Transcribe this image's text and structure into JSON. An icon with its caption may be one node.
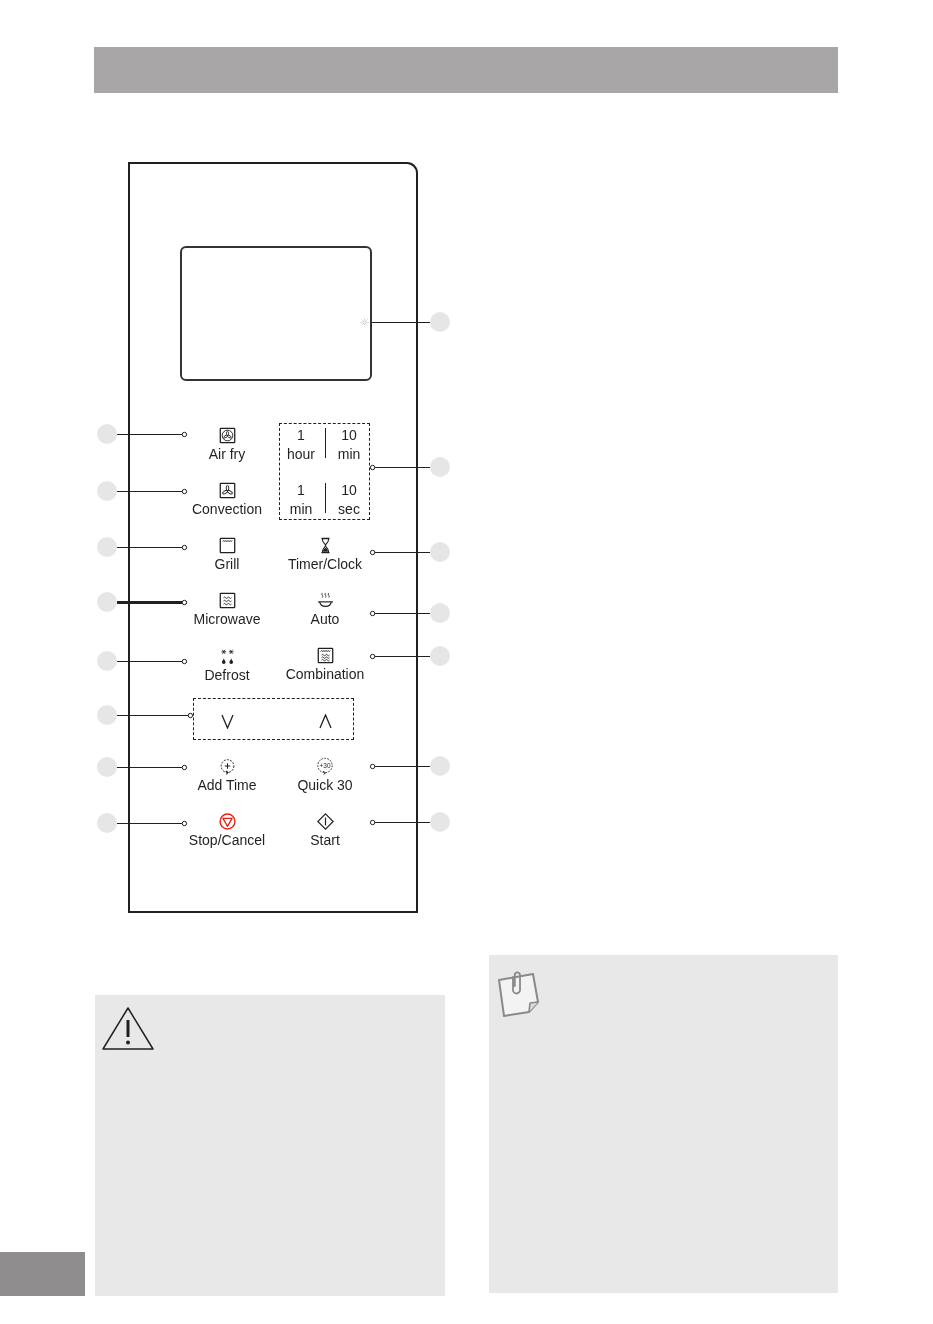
{
  "diagram": {
    "nodes": [
      {
        "text": [],
        "shape": "box"
      },
      {
        "text": [],
        "shape": "box",
        "in": 0
      },
      {
        "text": [
          "Air fry"
        ],
        "in": 0
      },
      {
        "text": [
          "1 hour",
          "10 min",
          "1 min",
          "10 sec"
        ],
        "in": 0
      },
      {
        "text": [
          "Convection"
        ],
        "in": 0
      },
      {
        "text": [
          "Grill"
        ],
        "in": 0
      },
      {
        "text": [
          "Timer/Clock"
        ],
        "in": 0
      },
      {
        "text": [
          "Microwave"
        ],
        "in": 0
      },
      {
        "text": [
          "Auto"
        ],
        "in": 0
      },
      {
        "text": [
          "Defrost"
        ],
        "in": 0
      },
      {
        "text": [
          "Combination"
        ],
        "in": 0
      },
      {
        "text": [],
        "shape": "box",
        "in": 0
      },
      {
        "text": [
          "Add Time"
        ],
        "in": 0
      },
      {
        "text": [
          "+30",
          "Quick 30"
        ],
        "in": 0
      },
      {
        "text": [
          "Stop/Cancel"
        ],
        "in": 0
      },
      {
        "text": [
          "Start"
        ],
        "in": 0
      },
      {
        "text": [],
        "shape": "circle"
      },
      {
        "text": [],
        "shape": "circle"
      },
      {
        "text": [],
        "shape": "circle"
      },
      {
        "text": [],
        "shape": "circle"
      },
      {
        "text": [],
        "shape": "circle"
      },
      {
        "text": [],
        "shape": "circle"
      },
      {
        "text": [],
        "shape": "circle"
      },
      {
        "text": [],
        "shape": "circle"
      },
      {
        "text": [],
        "shape": "circle"
      },
      {
        "text": [],
        "shape": "circle"
      },
      {
        "text": [],
        "shape": "circle"
      },
      {
        "text": [],
        "shape": "circle"
      },
      {
        "text": [],
        "shape": "circle"
      },
      {
        "text": [],
        "shape": "circle"
      },
      {
        "text": [],
        "shape": "circle"
      }
    ],
    "edges": [
      {
        "from": 16,
        "to": 2,
        "arrow": "other"
      },
      {
        "from": 17,
        "to": 4,
        "arrow": "other"
      },
      {
        "from": 18,
        "to": 5,
        "arrow": "other"
      },
      {
        "from": 19,
        "to": 7,
        "arrow": "other",
        "style": "thick"
      },
      {
        "from": 20,
        "to": 9,
        "arrow": "other"
      },
      {
        "from": 21,
        "to": 11,
        "arrow": "other"
      },
      {
        "from": 22,
        "to": 12,
        "arrow": "other"
      },
      {
        "from": 23,
        "to": 14,
        "arrow": "other"
      },
      {
        "from": 24,
        "to": 1,
        "arrow": "none"
      },
      {
        "from": 25,
        "to": 3,
        "arrow": "other"
      },
      {
        "from": 26,
        "to": 6,
        "arrow": "other"
      },
      {
        "from": 27,
        "to": 8,
        "arrow": "other"
      },
      {
        "from": 28,
        "to": 10,
        "arrow": "other"
      },
      {
        "from": 29,
        "to": 13,
        "arrow": "other"
      },
      {
        "from": 30,
        "to": 15,
        "arrow": "other"
      }
    ]
  }
}
